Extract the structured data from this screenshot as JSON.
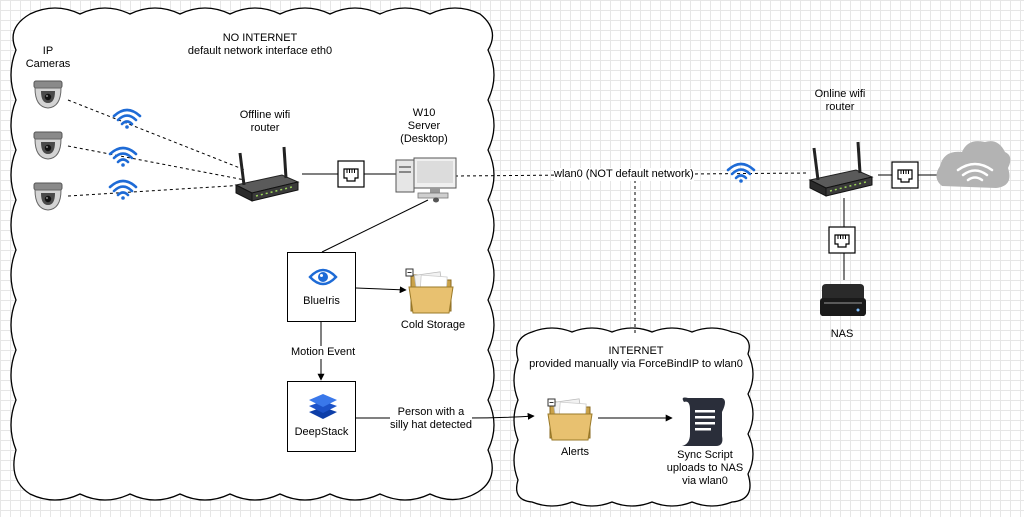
{
  "zones": {
    "offline_title": "NO INTERNET",
    "offline_subtitle": "default network interface eth0",
    "internet_title": "INTERNET",
    "internet_subtitle": "provided manually via ForceBindIP to wlan0"
  },
  "nodes": {
    "ip_cameras": "IP\nCameras",
    "offline_router": "Offline wifi\nrouter",
    "server": "W10\nServer\n(Desktop)",
    "online_router": "Online wifi\nrouter",
    "nas": "NAS",
    "blueiris": "BlueIris",
    "cold_storage": "Cold Storage",
    "deepstack": "DeepStack",
    "alerts": "Alerts",
    "sync_script": "Sync Script\nuploads to NAS\nvia wlan0"
  },
  "edges": {
    "wlan0": "wlan0 (NOT default network)",
    "motion_event": "Motion Event",
    "person_detected": "Person with a\nsilly hat detected"
  },
  "colors": {
    "wifi": "#1e6bd6",
    "cloud": "#b3b3b3",
    "folder": "#e8c170",
    "deepstack": "#1f5fd6"
  },
  "icons": [
    "camera-icon",
    "wifi-icon",
    "router-icon",
    "ethernet-port-icon",
    "desktop-computer-icon",
    "cloud-icon",
    "nas-icon",
    "eye-icon",
    "folder-icon",
    "layers-icon",
    "script-scroll-icon"
  ]
}
